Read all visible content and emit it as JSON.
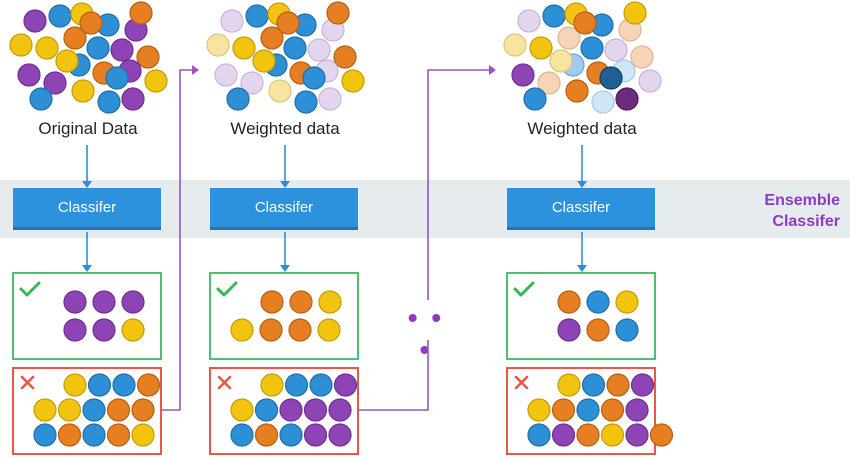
{
  "columns": [
    {
      "label": "Original Data",
      "classifier": "Classifer",
      "cloud": [
        "purple",
        "blue",
        "yellow",
        "blue",
        "purple",
        "yellow",
        "yellow",
        "orange",
        "blue",
        "purple",
        "orange",
        "purple",
        "purple",
        "blue",
        "orange",
        "purple",
        "yellow",
        "yellow",
        "blue",
        "purple",
        "yellow",
        "blue",
        "orange",
        "blue",
        "orange"
      ],
      "correct": [
        "purple",
        "purple",
        "purple",
        "purple",
        "purple",
        "yellow"
      ],
      "wrong": [
        "yellow",
        "blue",
        "blue",
        "orange",
        "yellow",
        "yellow",
        "blue",
        "orange",
        "orange",
        "blue",
        "orange",
        "blue",
        "orange",
        "yellow"
      ]
    },
    {
      "label": "Weighted data",
      "classifier": "Classifer",
      "cloud": [
        "lavender",
        "blue",
        "yellow",
        "blue",
        "lavender",
        "paleyellow",
        "yellow",
        "orange",
        "blue",
        "lavender",
        "orange",
        "lavender",
        "lavender",
        "blue",
        "orange",
        "lavender",
        "yellow",
        "paleyellow",
        "blue",
        "lavender",
        "yellow",
        "blue",
        "orange",
        "blue",
        "orange"
      ],
      "correct": [
        "orange",
        "orange",
        "yellow",
        "yellow",
        "orange",
        "orange",
        "yellow"
      ],
      "wrong": [
        "yellow",
        "blue",
        "blue",
        "purple",
        "yellow",
        "blue",
        "purple",
        "purple",
        "purple",
        "blue",
        "orange",
        "blue",
        "purple",
        "purple"
      ]
    },
    {
      "label": "Weighted data",
      "classifier": "Classifer",
      "cloud": [
        "lavender",
        "blue",
        "yellow",
        "blue",
        "paleorange",
        "paleyellow",
        "yellow",
        "paleorange",
        "blue",
        "lavender",
        "paleorange",
        "purple",
        "paleorange",
        "lightblue",
        "orange",
        "paleblue",
        "lavender",
        "orange",
        "paleblue",
        "darkpurple",
        "paleyellow",
        "blue",
        "orange",
        "navy",
        "yellow"
      ],
      "correct": [
        "orange",
        "blue",
        "yellow",
        "purple",
        "orange",
        "blue"
      ],
      "wrong": [
        "yellow",
        "blue",
        "orange",
        "purple",
        "yellow",
        "orange",
        "blue",
        "orange",
        "purple",
        "blue",
        "purple",
        "orange",
        "yellow",
        "purple",
        "orange"
      ]
    }
  ],
  "ensemble_label": [
    "Ensemble",
    "Classifer"
  ],
  "ellipsis": "• • •",
  "check_icon": "check-icon",
  "cross_icon": "cross-icon",
  "colors": {
    "purple": "#8e44b5",
    "blue": "#2d8fd5",
    "yellow": "#f2c40f",
    "orange": "#e67e22",
    "lavender": "#e4d5ef",
    "paleyellow": "#f8e4a0",
    "paleorange": "#f7d4b8",
    "paleblue": "#cfe6f7",
    "lightblue": "#9fcbee",
    "darkpurple": "#6b2c80",
    "navy": "#1f5f92",
    "arrow_blue": "#2d8fd5",
    "arrow_purple": "#9b52c9",
    "correct_border": "#4cc06e",
    "wrong_border": "#e8584a",
    "check": "#36b859",
    "cross": "#e8584a"
  }
}
